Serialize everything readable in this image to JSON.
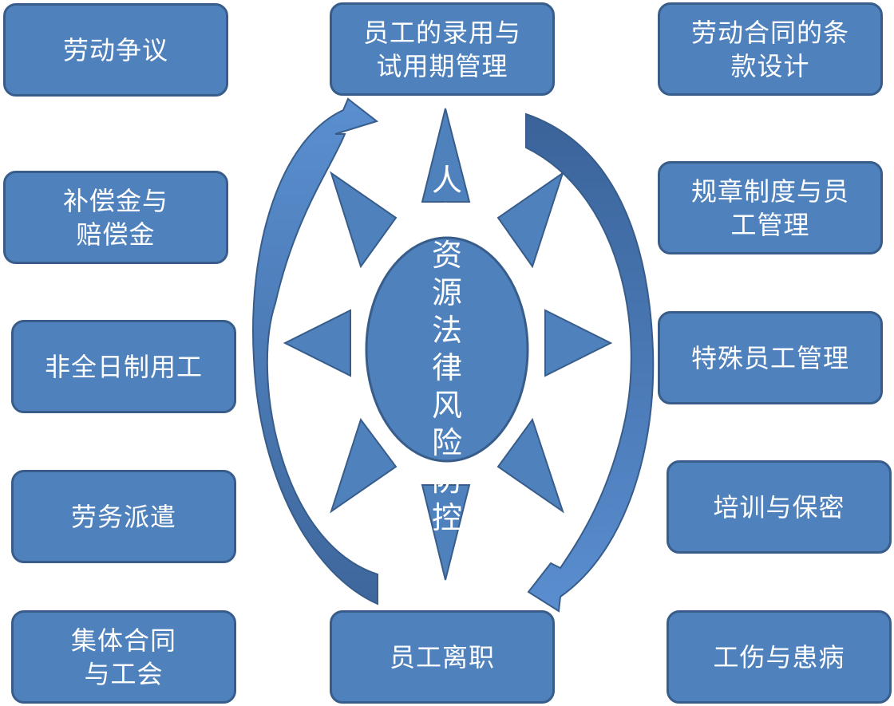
{
  "colors": {
    "fill": "#4f81bd",
    "stroke": "#385d8a",
    "text": "#ffffff",
    "arrow_dark": "#3c649a"
  },
  "center": {
    "label": "人力资源法律风险防控"
  },
  "nodes": {
    "labor_dispute": "劳动争议",
    "hiring_probation": "员工的录用与试用期管理",
    "contract_terms": "劳动合同的条款设计",
    "compensation": "补偿金与赔偿金",
    "rules_management": "规章制度与员工管理",
    "part_time": "非全日制用工",
    "special_employees": "特殊员工管理",
    "dispatch": "劳务派遣",
    "training_confidentiality": "培训与保密",
    "collective_contract": "集体合同与工会",
    "resignation": "员工离职",
    "injury_illness": "工伤与患病"
  },
  "icons": {
    "cycle_arrows": "circular-arrow-icon",
    "rays": "sun-ray-triangle-icon"
  }
}
